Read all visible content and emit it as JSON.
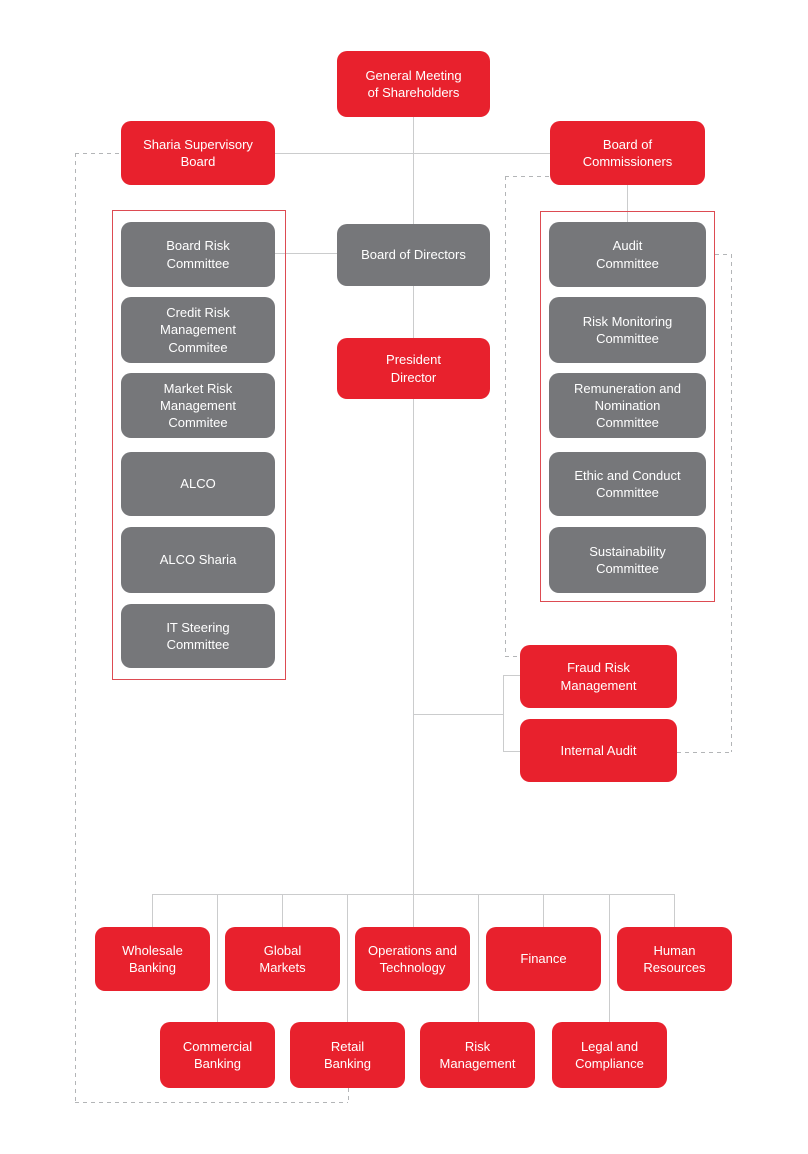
{
  "colors": {
    "node_red": "#e8212d",
    "node_gray": "#76777a",
    "solid_line": "#cbcccd",
    "dashed_line": "#b3b5b7",
    "group_border": "#dd4b52",
    "node_text": "#ffffff",
    "background": "#ffffff"
  },
  "nodes": {
    "general_meeting": "General Meeting\nof Shareholders",
    "sharia_board": "Sharia Supervisory\nBoard",
    "board_commissioners": "Board of\nCommissioners",
    "board_directors": "Board of Directors",
    "president_director": "President\nDirector",
    "fraud_risk": "Fraud Risk\nManagement",
    "internal_audit": "Internal Audit"
  },
  "director_committees": [
    "Board Risk\nCommittee",
    "Credit Risk\nManagement\nCommitee",
    "Market Risk\nManagement\nCommitee",
    "ALCO",
    "ALCO Sharia",
    "IT Steering\nCommittee"
  ],
  "commissioner_committees": [
    "Audit\nCommittee",
    "Risk Monitoring\nCommittee",
    "Remuneration and\nNomination\nCommittee",
    "Ethic and Conduct\nCommittee",
    "Sustainability\nCommittee"
  ],
  "divisions_row1": [
    "Wholesale\nBanking",
    "Global\nMarkets",
    "Operations and\nTechnology",
    "Finance",
    "Human\nResources"
  ],
  "divisions_row2": [
    "Commercial\nBanking",
    "Retail\nBanking",
    "Risk\nManagement",
    "Legal and\nCompliance"
  ]
}
